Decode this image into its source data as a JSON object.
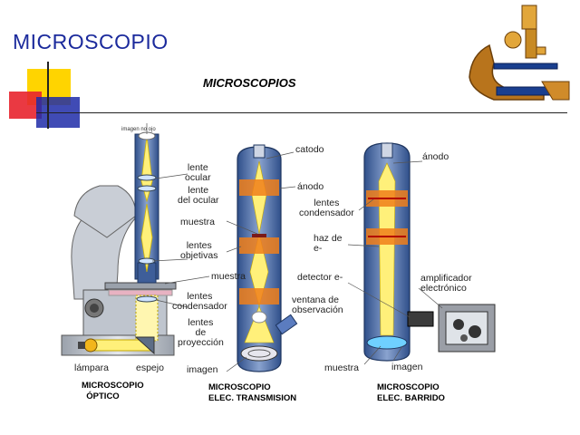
{
  "slide": {
    "title": "MICROSCOPIO",
    "heading": "MICROSCOPIOS"
  },
  "colors": {
    "title": "#1b2a9c",
    "yellow_square": "#ffd400",
    "red_square": "#e8232d",
    "blue_square": "#1f2ca8",
    "gray_body": "#cfd4dc",
    "blue_column": "#4a6fb5",
    "orange_lens": "#f07f1a",
    "beam_yellow": "#fff07a"
  },
  "icons": [
    "microscope-logo-icon",
    "lamp-icon",
    "screen-icon"
  ],
  "optical": {
    "image_label": "imagen no ojo",
    "labels": {
      "eyepiece_lens": "lente\nocular",
      "eyepiece_lens2": "lente\ndel ocular",
      "sample_top": "muestra",
      "objective_lenses": "lentes\nobjetivas",
      "sample": "muestra",
      "condenser_lenses": "lentes\ncondensador",
      "projection_lenses": "lentes\nde\nproyección",
      "lamp": "lámpara",
      "mirror": "espejo",
      "image": "imagen"
    },
    "caption": "MICROSCOPIO\n  ÓPTICO"
  },
  "tem": {
    "labels": {
      "cathode": "catodo",
      "anode": "ánodo",
      "viewing_window": "ventana de\nobservación"
    },
    "caption": "MICROSCOPIO\nELEC. TRANSMISION"
  },
  "sem": {
    "labels": {
      "anode": "ánodo",
      "condenser_lenses": "lentes\ncondensador",
      "electron_beam": "haz de\ne-",
      "detector": "detector e-",
      "amplifier": "amplificador\nelectrónico",
      "sample": "muestra",
      "image": "imagen"
    },
    "caption": "MICROSCOPIO\nELEC. BARRIDO"
  }
}
